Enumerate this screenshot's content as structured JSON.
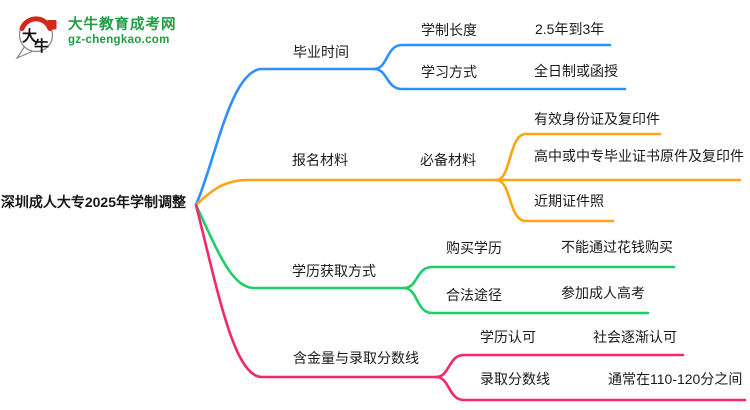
{
  "brand": {
    "name": "大牛教育成考网",
    "url_text": "gz-chengkao.com",
    "logo_char_1": "大",
    "logo_char_2": "牛",
    "green": "#1E9E44",
    "red": "#D3281E"
  },
  "mindmap": {
    "root": "深圳成人大专2025年学制调整",
    "text_color": "#1B1B1B",
    "branches": [
      {
        "label": "毕业时间",
        "color": "#2E8FFF",
        "rows": [
          {
            "node": "学制长度",
            "leaf": "2.5年到3年"
          },
          {
            "node": "学习方式",
            "leaf": "全日制或函授"
          }
        ]
      },
      {
        "label": "报名材料",
        "color": "#FFA414",
        "node": "必备材料",
        "leaves": [
          "有效身份证及复印件",
          "高中或中专毕业证书原件及复印件",
          "近期证件照"
        ]
      },
      {
        "label": "学历获取方式",
        "color": "#1CCE68",
        "rows": [
          {
            "node": "购买学历",
            "leaf": "不能通过花钱购买"
          },
          {
            "node": "合法途径",
            "leaf": "参加成人高考"
          }
        ]
      },
      {
        "label": "含金量与录取分数线",
        "color": "#F5286E",
        "rows": [
          {
            "node": "学历认可",
            "leaf": "社会逐渐认可"
          },
          {
            "node": "录取分数线",
            "leaf": "通常在110-120分之间"
          }
        ]
      }
    ]
  }
}
